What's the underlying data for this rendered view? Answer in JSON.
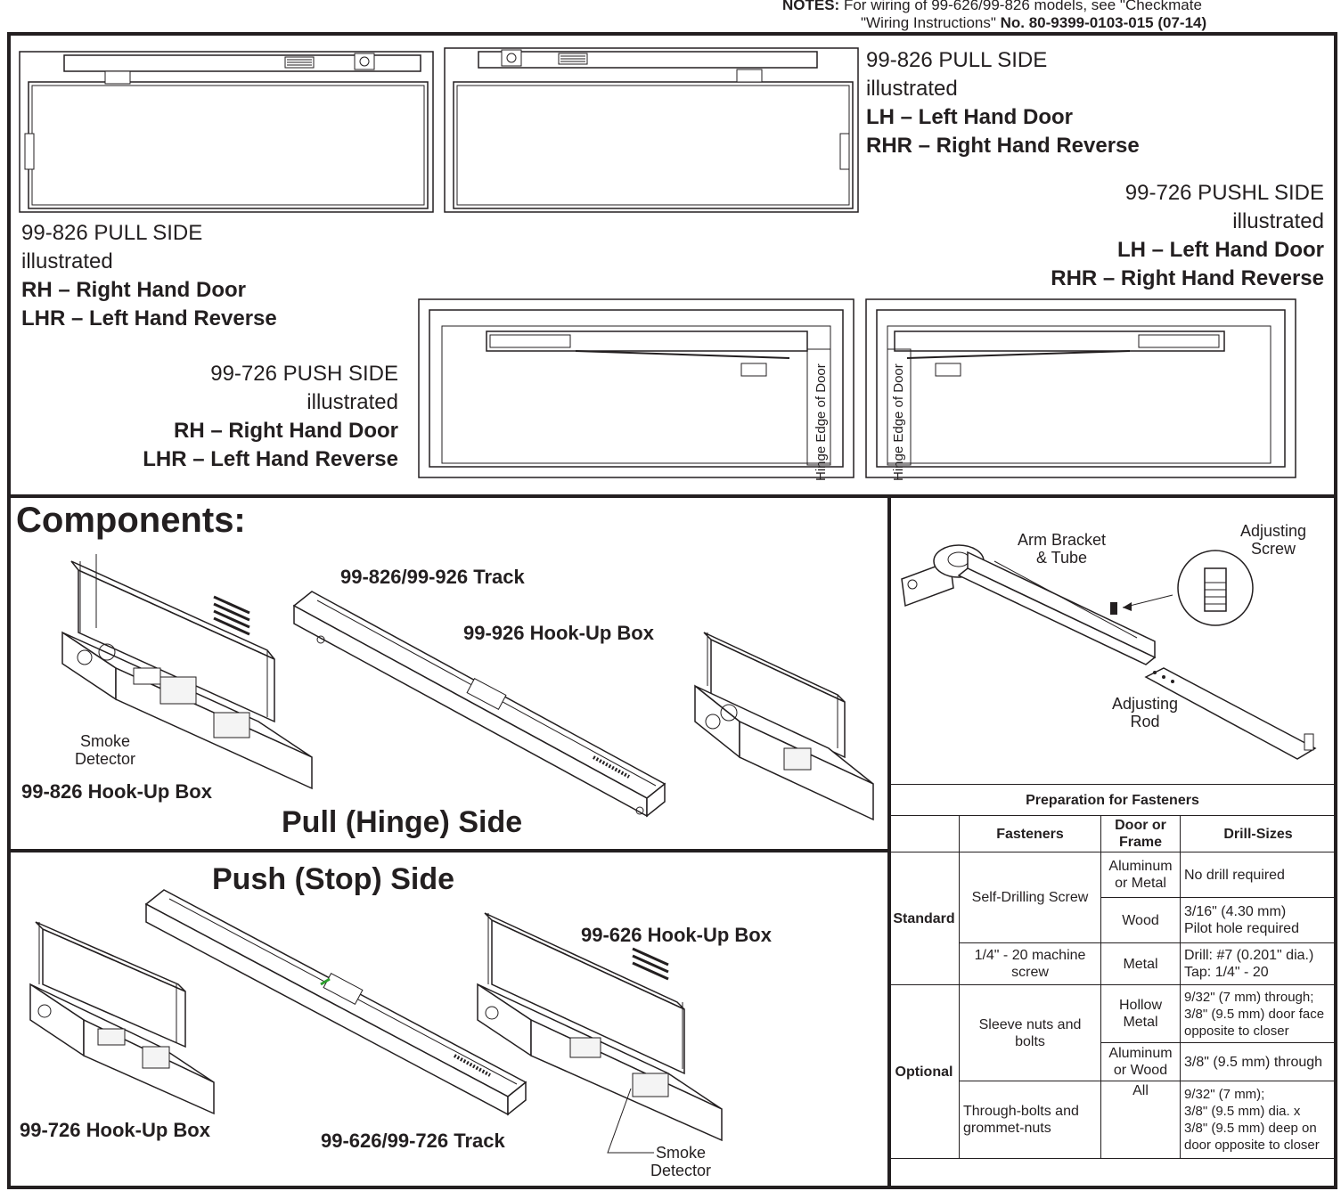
{
  "notes": {
    "label": "NOTES:",
    "line1": "For wiring of 99-626/99-826 models, see \"Checkmate",
    "line2_pre": "\"Wiring Instructions\" ",
    "line2_bold": "No. 80-9399-0103-015 (07-14)"
  },
  "top": {
    "pull_lh": {
      "model": "99-826 PULL SIDE",
      "illustrated": "illustrated",
      "hand1": "LH – Left Hand Door",
      "hand2": "RHR – Right Hand Reverse"
    },
    "pull_rh": {
      "model": "99-826 PULL SIDE",
      "illustrated": "illustrated",
      "hand1": "RH – Right Hand Door",
      "hand2": "LHR – Left Hand Reverse"
    },
    "push_lh": {
      "model": "99-726 PUSHL SIDE",
      "illustrated": "illustrated",
      "hand1": "LH – Left Hand Door",
      "hand2": "RHR – Right Hand Reverse"
    },
    "push_rh": {
      "model": "99-726 PUSH SIDE",
      "illustrated": "illustrated",
      "hand1": "RH – Right Hand Door",
      "hand2": "LHR – Left Hand Reverse"
    },
    "hinge_edge": "Hinge Edge of Door"
  },
  "components": {
    "title": "Components:",
    "track_pull": "99-826/99-926 Track",
    "hookup_926": "99-926 Hook-Up Box",
    "smoke": "Smoke",
    "detector": "Detector",
    "hookup_826": "99-826 Hook-Up Box",
    "pull_side": "Pull (Hinge) Side",
    "push_side": "Push (Stop) Side",
    "hookup_626": "99-626 Hook-Up Box",
    "hookup_726": "99-726 Hook-Up Box",
    "track_push": "99-626/99-726 Track",
    "arm_bracket_1": "Arm Bracket",
    "arm_bracket_2": "& Tube",
    "adj_screw_1": "Adjusting",
    "adj_screw_2": "Screw",
    "adj_rod_1": "Adjusting",
    "adj_rod_2": "Rod"
  },
  "fasteners": {
    "title": "Preparation for Fasteners",
    "col_fasteners": "Fasteners",
    "col_door": "Door or Frame",
    "col_drill": "Drill-Sizes",
    "standard": "Standard",
    "optional": "Optional",
    "self_drilling": "Self-Drilling Screw",
    "alu_metal": "Aluminum or Metal",
    "no_drill": "No drill required",
    "wood": "Wood",
    "wood_drill_1": "3/16\" (4.30 mm)",
    "wood_drill_2": "Pilot hole required",
    "machine_screw": "1/4\" - 20 machine screw",
    "metal": "Metal",
    "machine_drill_1": "Drill: #7 (0.201\" dia.)",
    "machine_drill_2": "Tap:  1/4\" - 20",
    "sleeve": "Sleeve nuts and bolts",
    "hollow_metal": "Hollow Metal",
    "hollow_drill_1": "9/32\" (7 mm) through;",
    "hollow_drill_2": "3/8\" (9.5 mm) door face",
    "hollow_drill_3": "opposite to closer",
    "alu_wood": "Aluminum or Wood",
    "alu_wood_drill": "3/8\" (9.5 mm) through",
    "through_bolts": "Through-bolts and grommet-nuts",
    "all": "All",
    "all_drill_1": "9/32\" (7 mm);",
    "all_drill_2": "3/8\" (9.5 mm) dia. x",
    "all_drill_3": "3/8\" (9.5 mm) deep on",
    "all_drill_4": "door opposite to closer"
  }
}
